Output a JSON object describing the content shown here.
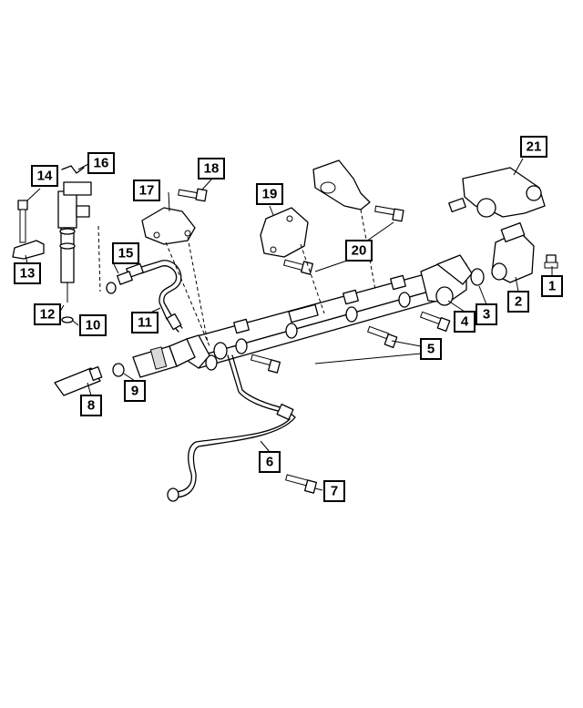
{
  "callouts": [
    {
      "id": "1",
      "label": "1"
    },
    {
      "id": "2",
      "label": "2"
    },
    {
      "id": "3",
      "label": "3"
    },
    {
      "id": "4",
      "label": "4"
    },
    {
      "id": "5",
      "label": "5"
    },
    {
      "id": "6",
      "label": "6"
    },
    {
      "id": "7",
      "label": "7"
    },
    {
      "id": "8",
      "label": "8"
    },
    {
      "id": "9",
      "label": "9"
    },
    {
      "id": "10",
      "label": "10"
    },
    {
      "id": "11",
      "label": "11"
    },
    {
      "id": "12",
      "label": "12"
    },
    {
      "id": "13",
      "label": "13"
    },
    {
      "id": "14",
      "label": "14"
    },
    {
      "id": "15",
      "label": "15"
    },
    {
      "id": "16",
      "label": "16"
    },
    {
      "id": "17",
      "label": "17"
    },
    {
      "id": "18",
      "label": "18"
    },
    {
      "id": "19",
      "label": "19"
    },
    {
      "id": "20",
      "label": "20"
    },
    {
      "id": "21",
      "label": "21"
    }
  ],
  "colors": {
    "line": "#000000",
    "background": "#ffffff",
    "shade": "#d9d9d9"
  }
}
